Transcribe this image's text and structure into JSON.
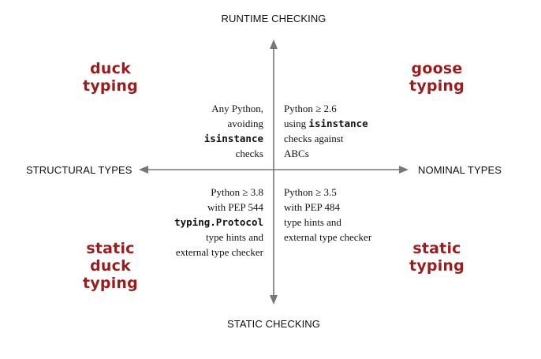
{
  "axes": {
    "top": "RUNTIME CHECKING",
    "bottom": "STATIC CHECKING",
    "left": "STRUCTURAL TYPES",
    "right": "NOMINAL TYPES"
  },
  "tags": {
    "top_left": [
      "duck",
      "typing"
    ],
    "top_right": [
      "goose",
      "typing"
    ],
    "bottom_left": [
      "static",
      "duck",
      "typing"
    ],
    "bottom_right": [
      "static",
      "typing"
    ]
  },
  "quadrants": {
    "top_left": [
      "Any Python,",
      "avoiding",
      "isinstance",
      "checks"
    ],
    "top_right": [
      "Python ≥ 2.6",
      "using ",
      "isinstance",
      "checks against",
      "ABCs"
    ],
    "bottom_left": [
      "Python ≥ 3.8",
      "with PEP 544",
      "typing.Protocol",
      "type hints and",
      "external type checker"
    ],
    "bottom_right": [
      "Python ≥ 3.5",
      "with PEP 484",
      "type hints and",
      "external type checker"
    ]
  },
  "colors": {
    "tag": "#9b1c1c",
    "axis_line": "#777777",
    "text": "#111111"
  }
}
